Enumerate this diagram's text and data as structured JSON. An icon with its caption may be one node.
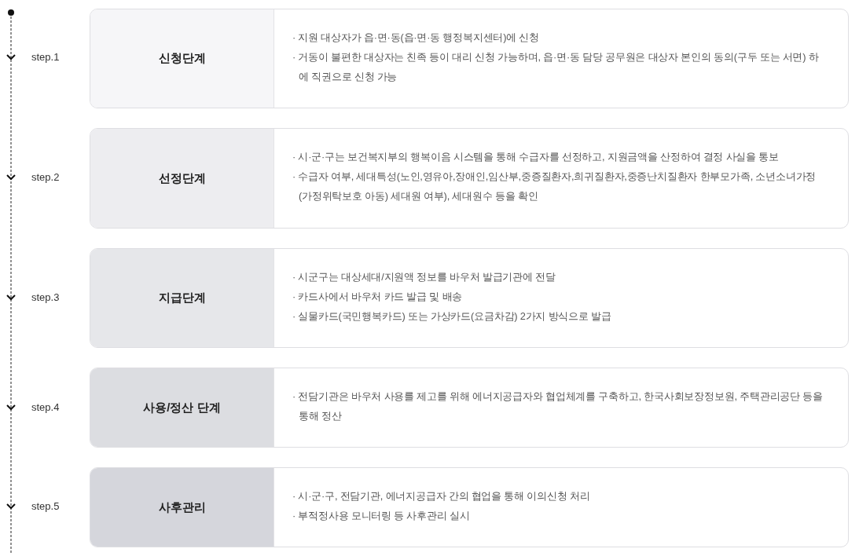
{
  "diagram": {
    "nodes": [
      {
        "text": [
          "· 지원 대상자가 읍·면·동(읍·면·동 행정복지센터)에 신청",
          "· 거동이 불편한 대상자는 친족 등이 대리 신청 가능하며, 읍·면·동 담당 공무원은 대상자 본인의 동의(구두 또는 서면) 하에 직권으로 신청 가능"
        ],
        "beside": [
          "step.1"
        ]
      },
      {
        "text": [
          "신청단계"
        ],
        "in": 0
      },
      {
        "text": [
          "· 시·군·구는 보건복지부의 행복이음 시스템을 통해 수급자를 선정하고, 지원금액을 산정하여 결정 사실을 통보",
          "· 수급자 여부, 세대특성(노인,영유아,장애인,임산부,중증질환자,희귀질환자,중증난치질환자 한부모가족, 소년소녀가정(가정위탁보호 아동) 세대원 여부), 세대원수 등을 확인"
        ],
        "beside": [
          "step.2"
        ]
      },
      {
        "text": [
          "선정단계"
        ],
        "in": 2
      },
      {
        "text": [
          "· 시군구는 대상세대/지원액 정보를 바우처 발급기관에 전달",
          "· 카드사에서 바우처 카드 발급 및 배송",
          "· 실물카드(국민행복카드) 또는 가상카드(요금차감) 2가지 방식으로 발급"
        ],
        "beside": [
          "step.3"
        ]
      },
      {
        "text": [
          "지급단계"
        ],
        "in": 4
      },
      {
        "text": [
          "· 전담기관은 바우처 사용를 제고를 위해 에너지공급자와 협업체계를 구축하고, 한국사회보장정보원, 주택관리공단 등을 통해 정산"
        ],
        "beside": [
          "step.4"
        ]
      },
      {
        "text": [
          "사용/정산 단계"
        ],
        "in": 6
      },
      {
        "text": [
          "· 시·군·구, 전담기관, 에너지공급자 간의 협업을 통해 이의신청 처리",
          "· 부적정사용 모니터링 등 사후관리 실시"
        ],
        "beside": [
          "step.5"
        ]
      },
      {
        "text": [
          "사후관리"
        ],
        "in": 8
      }
    ]
  }
}
